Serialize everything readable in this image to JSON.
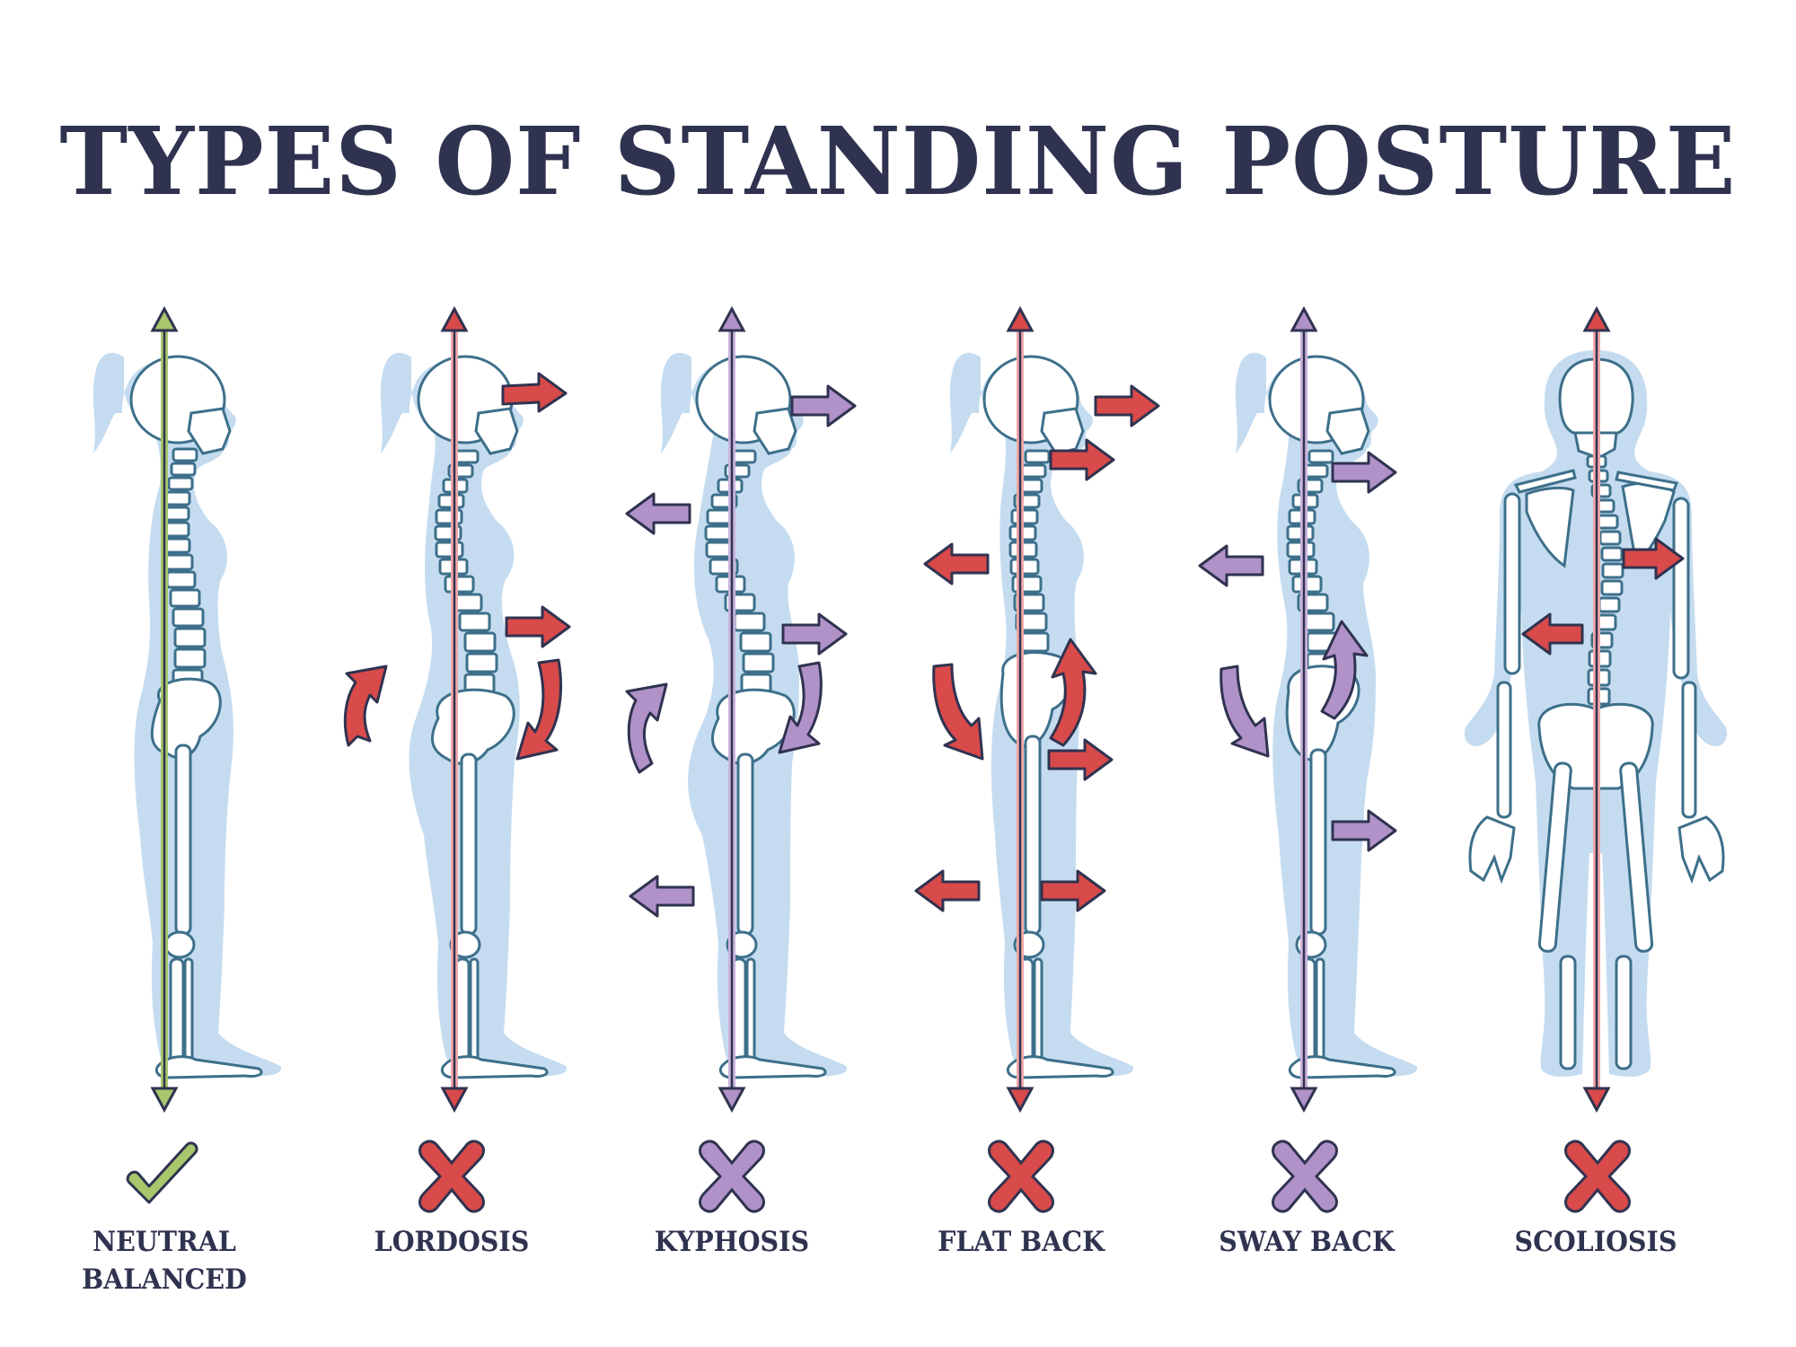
{
  "title": "TYPES OF STANDING POSTURE",
  "colors": {
    "text": "#2f3350",
    "silhouette": "#c5dcf0",
    "bone_stroke": "#3d6f8a",
    "green": "#a8c66c",
    "red": "#d94a4a",
    "purple": "#b092c8"
  },
  "postures": [
    {
      "id": "neutral",
      "label_line1": "NEUTRAL",
      "label_line2": "BALANCED",
      "status": "correct",
      "status_icon": "checkmark-icon",
      "color": "#a8c66c",
      "view": "side",
      "arrows": []
    },
    {
      "id": "lordosis",
      "label_line1": "LORDOSIS",
      "label_line2": "",
      "status": "incorrect",
      "status_icon": "x-mark-icon",
      "color": "#d94a4a",
      "view": "side",
      "arrows": [
        "head-forward",
        "abdomen-forward",
        "pelvis-rotate-down-front",
        "buttocks-rotate-up-back"
      ]
    },
    {
      "id": "kyphosis",
      "label_line1": "KYPHOSIS",
      "label_line2": "",
      "status": "incorrect",
      "status_icon": "x-mark-icon",
      "color": "#b092c8",
      "view": "side",
      "arrows": [
        "head-forward",
        "upper-back-backward",
        "abdomen-forward",
        "pelvis-rotate-down-front",
        "buttocks-rotate-up-back",
        "knee-backward"
      ]
    },
    {
      "id": "flat_back",
      "label_line1": "FLAT BACK",
      "label_line2": "",
      "status": "incorrect",
      "status_icon": "x-mark-icon",
      "color": "#d94a4a",
      "view": "side",
      "arrows": [
        "head-forward",
        "neck-forward",
        "upper-back-backward",
        "buttocks-rotate-down-back",
        "pelvis-rotate-up-front",
        "hip-forward",
        "knee-backward",
        "knee-forward"
      ]
    },
    {
      "id": "sway_back",
      "label_line1": "SWAY BACK",
      "label_line2": "",
      "status": "incorrect",
      "status_icon": "x-mark-icon",
      "color": "#b092c8",
      "view": "side",
      "arrows": [
        "neck-forward",
        "upper-back-backward",
        "buttocks-rotate-down-back",
        "pelvis-rotate-up-front",
        "thigh-forward"
      ]
    },
    {
      "id": "scoliosis",
      "label_line1": "SCOLIOSIS",
      "label_line2": "",
      "status": "incorrect",
      "status_icon": "x-mark-icon",
      "color": "#d94a4a",
      "view": "back",
      "arrows": [
        "upper-spine-right",
        "lower-spine-left"
      ]
    }
  ]
}
